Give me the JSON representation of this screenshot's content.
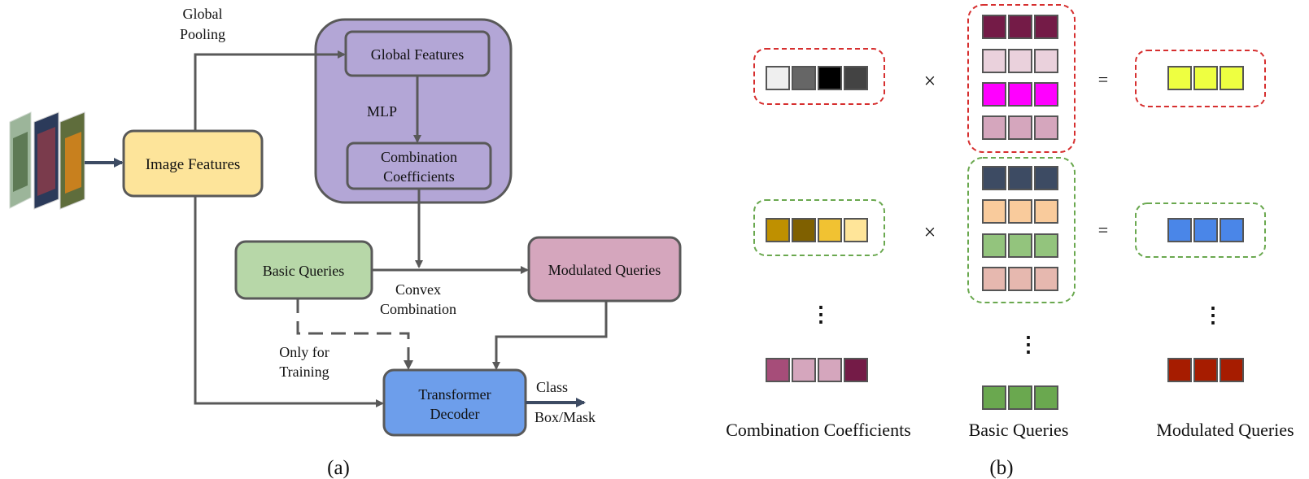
{
  "diagram_a": {
    "caption": "(a)",
    "labels": {
      "global_pooling_line1": "Global",
      "global_pooling_line2": "Pooling",
      "mlp": "MLP",
      "convex_line1": "Convex",
      "convex_line2": "Combination",
      "only_for_line1": "Only for",
      "only_for_line2": "Training",
      "class": "Class",
      "box_mask": "Box/Mask"
    },
    "nodes": {
      "image_features": "Image Features",
      "global_features": "Global Features",
      "combination_coefficients_line1": "Combination",
      "combination_coefficients_line2": "Coefficients",
      "basic_queries": "Basic Queries",
      "modulated_queries": "Modulated Queries",
      "transformer_decoder_line1": "Transformer",
      "transformer_decoder_line2": "Decoder"
    },
    "colors": {
      "image_features": "#fde49a",
      "module": "#b3a6d6",
      "basic_queries": "#b7d7a8",
      "modulated_queries": "#d5a6bd",
      "transformer_decoder": "#6d9eeb",
      "stroke": "#595959"
    }
  },
  "diagram_b": {
    "caption": "(b)",
    "operators": {
      "times": "×",
      "equals": "=",
      "ellipsis": "⋮"
    },
    "column_labels": {
      "coefficients": "Combination Coefficients",
      "basic": "Basic Queries",
      "modulated": "Modulated Queries"
    },
    "group_colors": {
      "red": "#d62f2f",
      "green": "#6aa84f"
    },
    "rows": {
      "coeff_row1": [
        "#efefef",
        "#666666",
        "#000000",
        "#434343"
      ],
      "coeff_row2": [
        "#bf9000",
        "#7f6000",
        "#f1c232",
        "#ffe599"
      ],
      "coeff_row3": [
        "#a64d79",
        "#d5a6bd",
        "#d5a6bd",
        "#741b47"
      ],
      "basic_red": [
        [
          "#741b47",
          "#741b47",
          "#741b47"
        ],
        [
          "#ead1dc",
          "#ead1dc",
          "#ead1dc"
        ],
        [
          "#ff00ff",
          "#ff00ff",
          "#ff00ff"
        ],
        [
          "#d5a6bd",
          "#d5a6bd",
          "#d5a6bd"
        ]
      ],
      "basic_green": [
        [
          "#3d4b63",
          "#3d4b63",
          "#3d4b63"
        ],
        [
          "#f9cb9c",
          "#f9cb9c",
          "#f9cb9c"
        ],
        [
          "#93c47d",
          "#93c47d",
          "#93c47d"
        ],
        [
          "#e6b8af",
          "#e6b8af",
          "#e6b8af"
        ]
      ],
      "basic_last": [
        "#6aa84f",
        "#6aa84f",
        "#6aa84f"
      ],
      "mod_row1": [
        "#eeff41",
        "#eeff41",
        "#eeff41"
      ],
      "mod_row2": [
        "#4a86e8",
        "#4a86e8",
        "#4a86e8"
      ],
      "mod_row3": [
        "#a61c00",
        "#a61c00",
        "#a61c00"
      ]
    }
  }
}
